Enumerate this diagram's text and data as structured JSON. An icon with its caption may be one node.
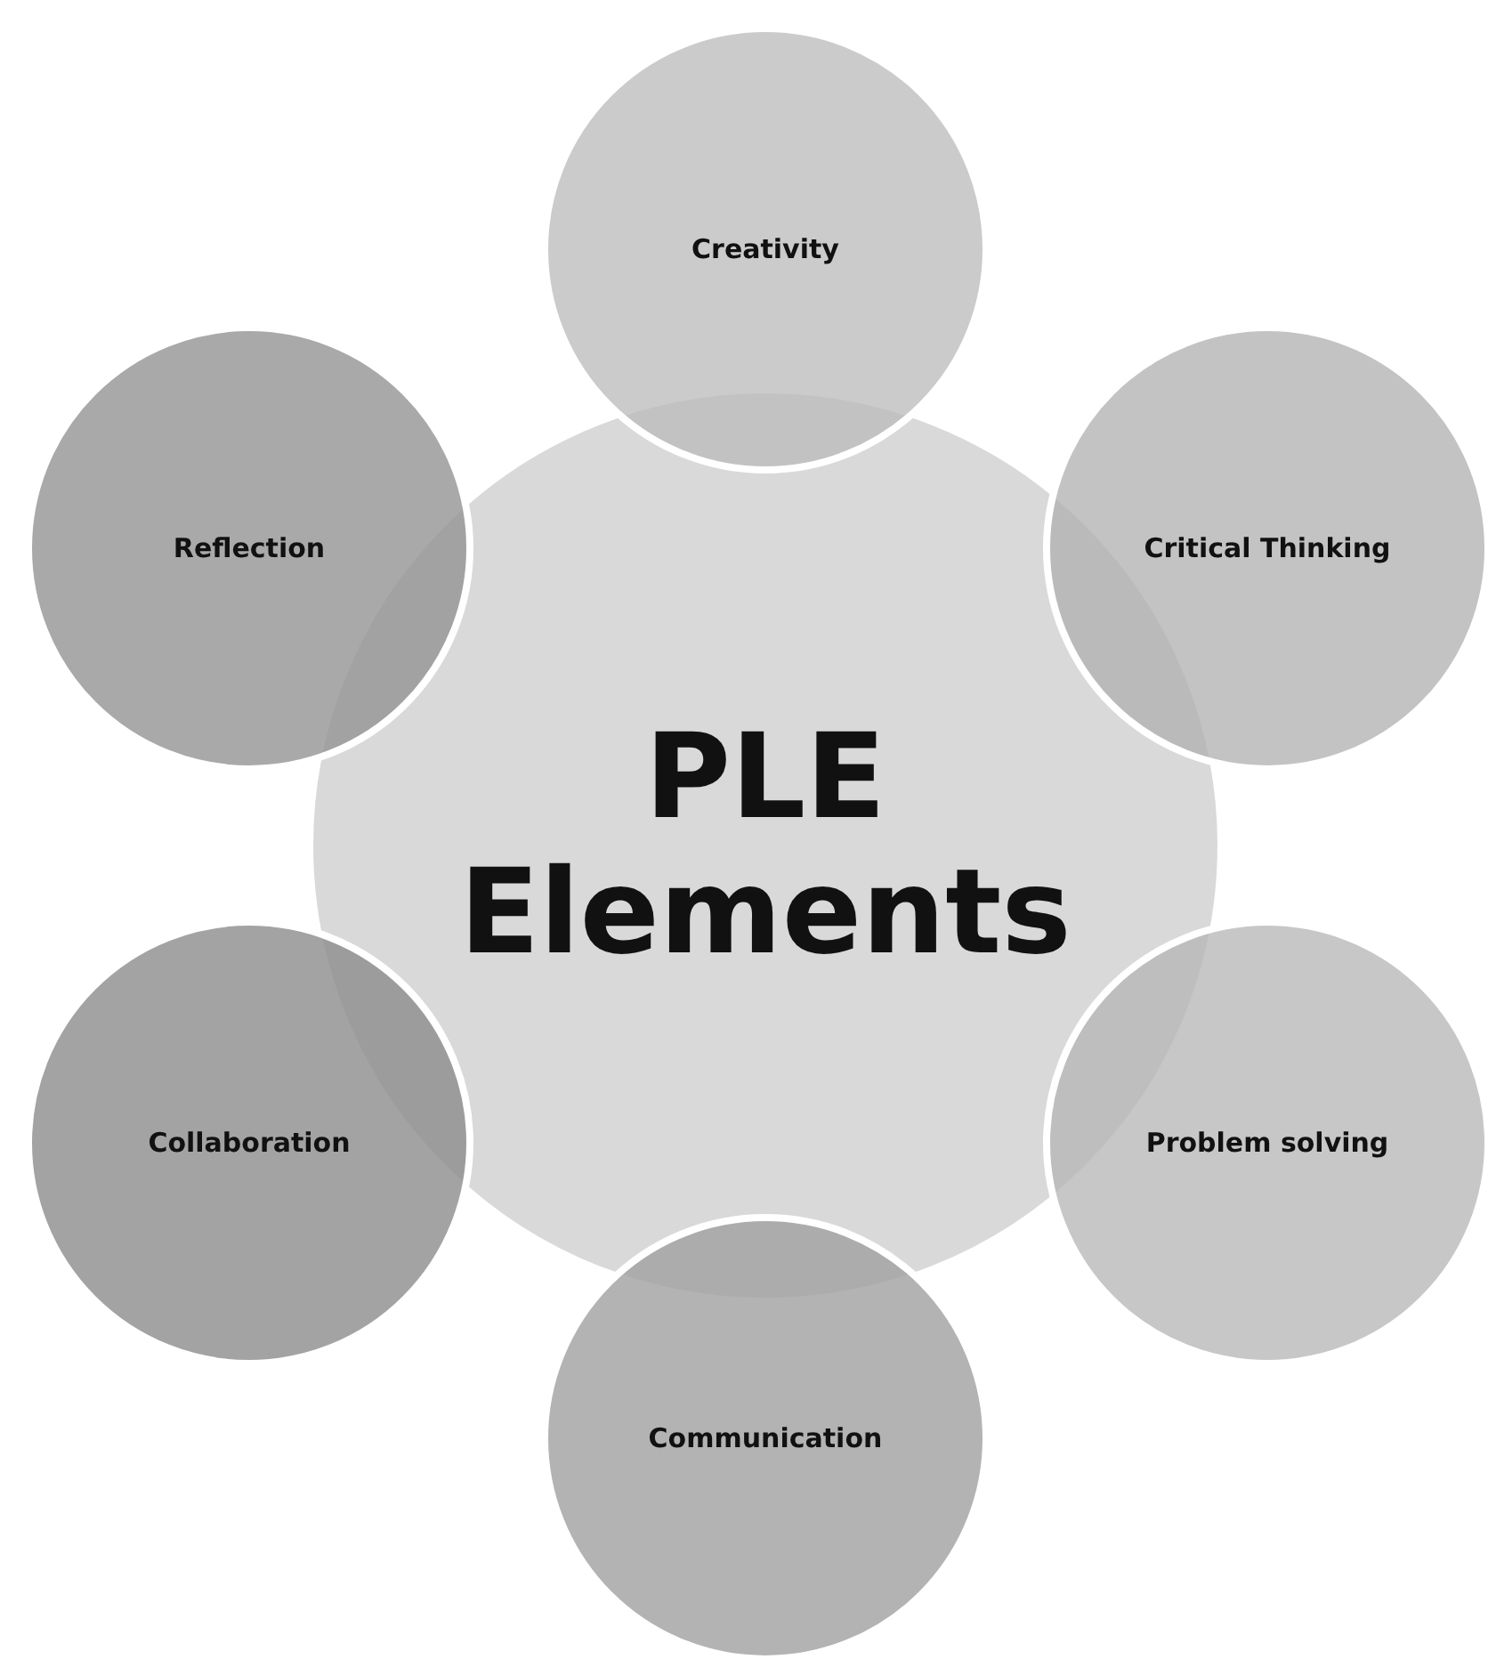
{
  "diagram": {
    "nodes": [
      {
        "text": [
          "PLE Elements"
        ]
      },
      {
        "text": [
          "Creativity"
        ]
      },
      {
        "text": [
          "Critical Thinking"
        ]
      },
      {
        "text": [
          "Problem solving"
        ]
      },
      {
        "text": [
          "Communication"
        ]
      },
      {
        "text": [
          "Collaboration"
        ]
      },
      {
        "text": [
          "Reflection"
        ]
      }
    ]
  }
}
